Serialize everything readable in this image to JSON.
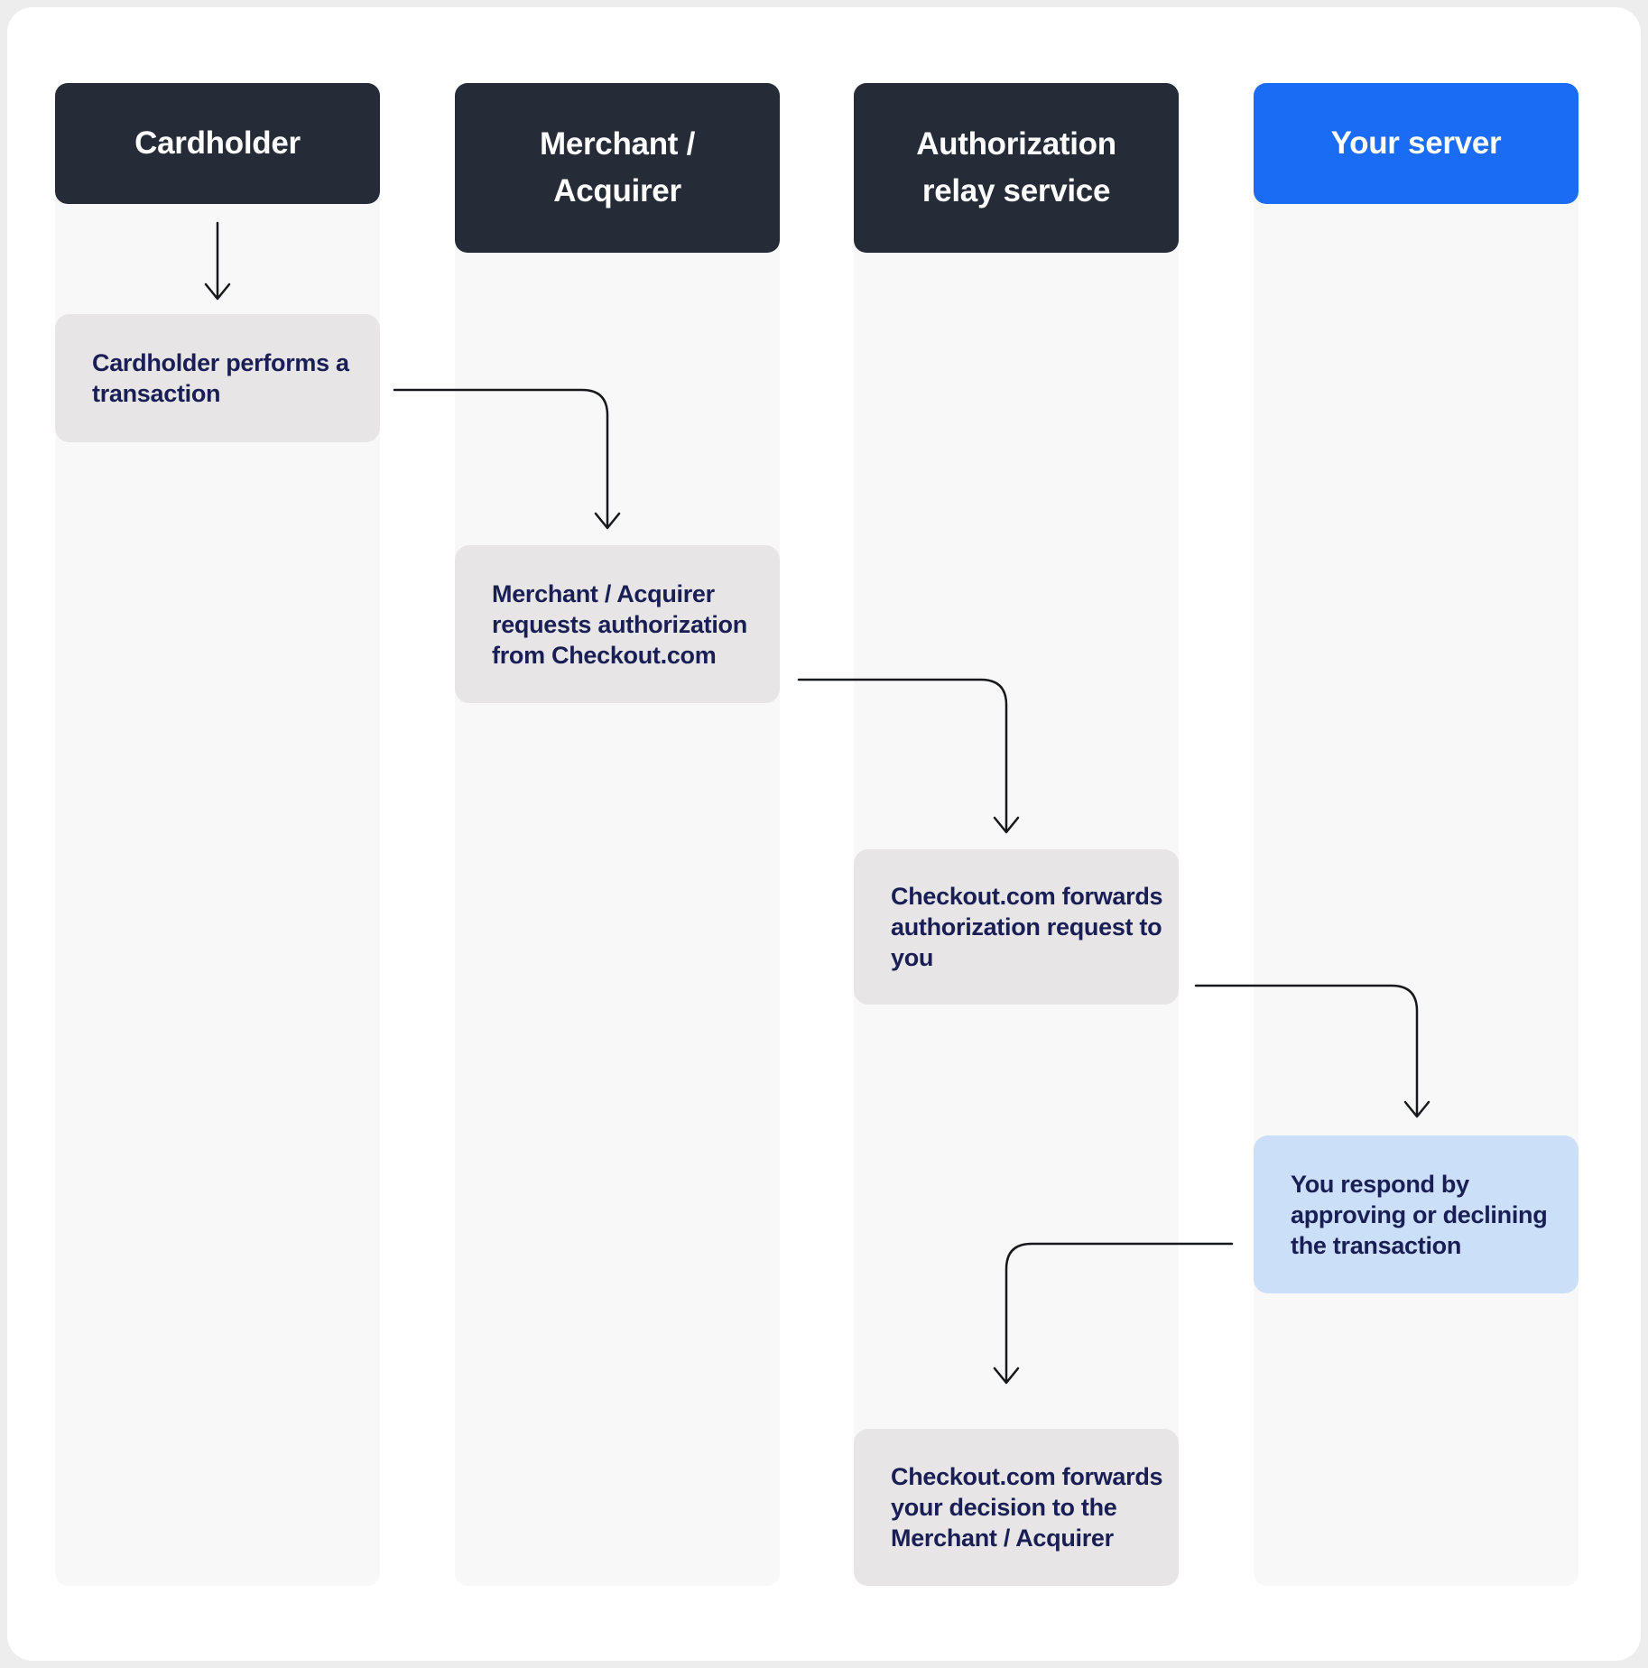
{
  "colors": {
    "page_bg": "#ededed",
    "card_bg": "#ffffff",
    "lane_bg": "#f8f8f8",
    "header_dark_bg": "#252b37",
    "header_blue_bg": "#1a6cf4",
    "header_text": "#ffffff",
    "box_gray_bg": "#e7e5e6",
    "box_blue_bg": "#cbdff9",
    "box_text": "#191f55",
    "arrow": "#17181b"
  },
  "lanes": [
    {
      "id": "cardholder",
      "label": "Cardholder",
      "variant": "dark",
      "lines": [
        "Cardholder"
      ]
    },
    {
      "id": "merchant-acquirer",
      "label": "Merchant / Acquirer",
      "variant": "dark",
      "lines": [
        "Merchant /",
        "Acquirer"
      ]
    },
    {
      "id": "authorization-relay-service",
      "label": "Authorization relay service",
      "variant": "dark",
      "lines": [
        "Authorization",
        "relay service"
      ]
    },
    {
      "id": "your-server",
      "label": "Your server",
      "variant": "blue",
      "lines": [
        "Your server"
      ]
    }
  ],
  "steps": [
    {
      "lane": "cardholder",
      "variant": "gray",
      "text": "Cardholder performs a transaction",
      "lines": [
        "Cardholder performs a",
        "transaction"
      ]
    },
    {
      "lane": "merchant-acquirer",
      "variant": "gray",
      "text": "Merchant / Acquirer requests authorization from Checkout.com",
      "lines": [
        "Merchant / Acquirer",
        "requests authorization",
        "from Checkout.com"
      ]
    },
    {
      "lane": "authorization-relay-service",
      "variant": "gray",
      "text": "Checkout.com forwards authorization request to you",
      "lines": [
        "Checkout.com forwards",
        "authorization request to",
        "you"
      ]
    },
    {
      "lane": "your-server",
      "variant": "blue",
      "text": "You respond by approving or declining the transaction",
      "lines": [
        "You respond by",
        "approving or declining",
        "the transaction"
      ]
    },
    {
      "lane": "authorization-relay-service",
      "variant": "gray",
      "text": "Checkout.com forwards your decision to the Merchant / Acquirer",
      "lines": [
        "Checkout.com forwards",
        "your decision to the",
        "Merchant / Acquirer"
      ]
    }
  ],
  "connections": [
    {
      "from": "cardholder-header",
      "to": "step-cardholder-performs-transaction"
    },
    {
      "from": "step-cardholder-performs-transaction",
      "to": "step-merchant-requests-authorization"
    },
    {
      "from": "step-merchant-requests-authorization",
      "to": "step-checkout-forwards-request"
    },
    {
      "from": "step-checkout-forwards-request",
      "to": "step-you-respond"
    },
    {
      "from": "step-you-respond",
      "to": "step-checkout-forwards-decision"
    }
  ]
}
